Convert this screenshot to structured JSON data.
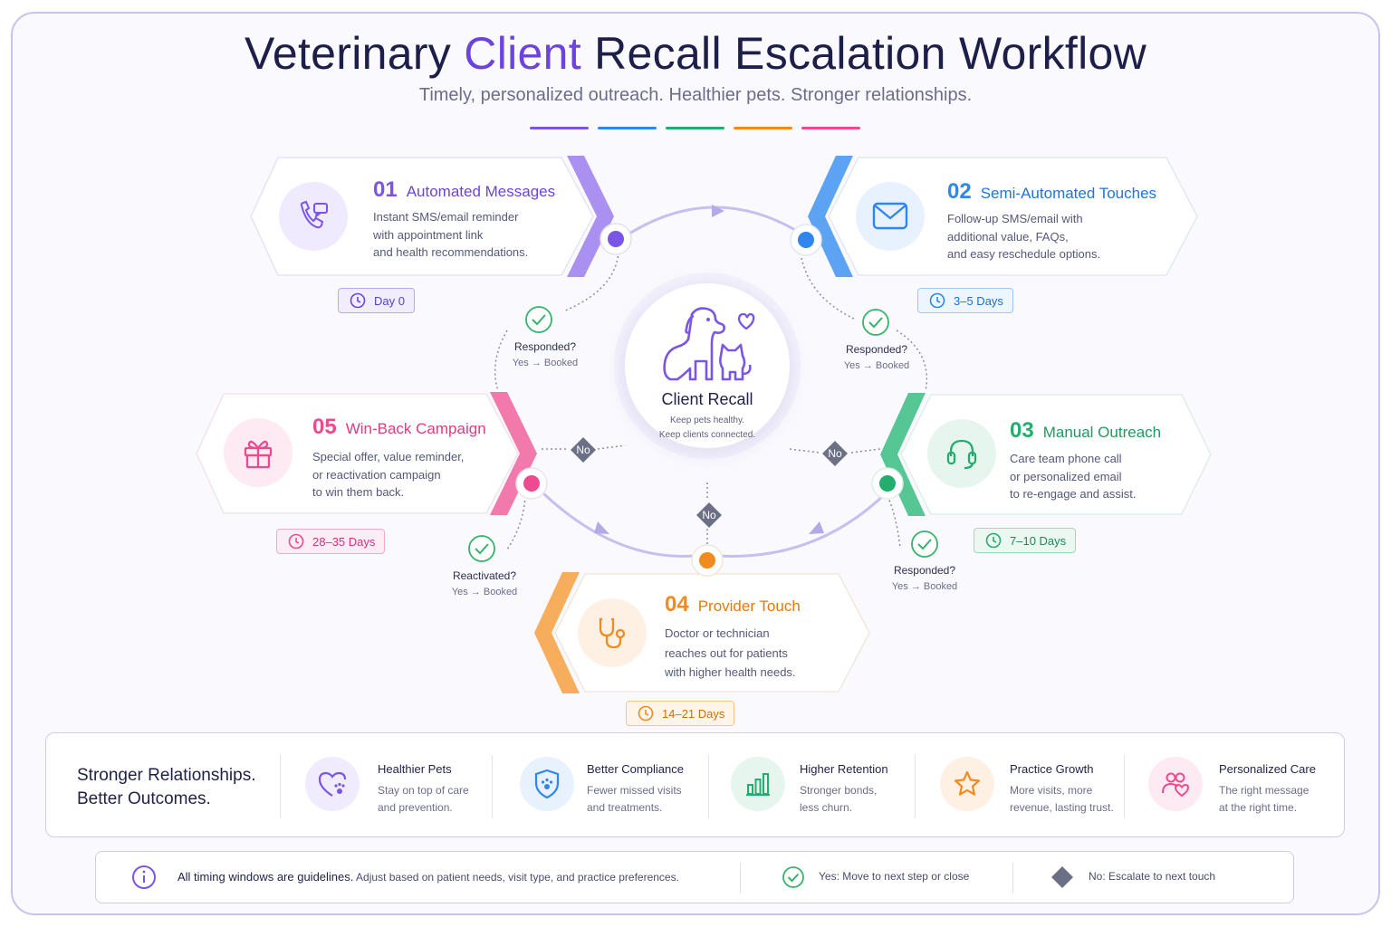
{
  "header": {
    "title_part1": "Veterinary ",
    "title_accent": "Client",
    "title_part2": " Recall Escalation Workflow",
    "subtitle": "Timely, personalized outreach. Healthier pets. Stronger relationships."
  },
  "colors": {
    "purple": "#7b55e6",
    "blue": "#2f86ee",
    "green": "#23ad6f",
    "orange": "#f28b1f",
    "pink": "#ee4a8f",
    "decision_check": "#37b36a",
    "no_diamond": "#6c7086"
  },
  "center": {
    "label": "Client Recall",
    "sub_line1": "Keep pets healthy.",
    "sub_line2": "Keep clients connected.",
    "icon": "dog-cat-heart-icon"
  },
  "steps": [
    {
      "num": "01",
      "name": "Automated Messages",
      "icon": "phone-chat-icon",
      "desc": [
        "Instant SMS/email reminder",
        "with appointment link",
        "and health recommendations."
      ],
      "badge": "Day 0"
    },
    {
      "num": "02",
      "name": "Semi-Automated Touches",
      "icon": "envelope-icon",
      "desc": [
        "Follow-up SMS/email with",
        "additional value, FAQs,",
        "and easy reschedule options."
      ],
      "badge": "3–5 Days"
    },
    {
      "num": "03",
      "name": "Manual Outreach",
      "icon": "headset-icon",
      "desc": [
        "Care team phone call",
        "or personalized email",
        "to re-engage and assist."
      ],
      "badge": "7–10 Days"
    },
    {
      "num": "04",
      "name": "Provider Touch",
      "icon": "stethoscope-icon",
      "desc": [
        "Doctor or technician",
        "reaches out for patients",
        "with higher health needs."
      ],
      "badge": "14–21 Days"
    },
    {
      "num": "05",
      "name": "Win-Back Campaign",
      "icon": "gift-icon",
      "desc": [
        "Special offer, value reminder,",
        "or reactivation campaign",
        "to win them back."
      ],
      "badge": "28–35 Days"
    }
  ],
  "decisions": [
    {
      "question": "Responded?",
      "answer": "Yes → Booked"
    },
    {
      "question": "Responded?",
      "answer": "Yes → Booked"
    },
    {
      "question": "Responded?",
      "answer": "Yes → Booked"
    },
    {
      "question": "Reactivated?",
      "answer": "Yes → Booked"
    }
  ],
  "no_label": "No",
  "benefits": {
    "heading_line1": "Stronger Relationships.",
    "heading_line2": "Better Outcomes.",
    "items": [
      {
        "title": "Healthier Pets",
        "desc": [
          "Stay on top of care",
          "and prevention."
        ],
        "icon": "heart-paw-icon"
      },
      {
        "title": "Better Compliance",
        "desc": [
          "Fewer missed visits",
          "and treatments."
        ],
        "icon": "shield-paw-icon"
      },
      {
        "title": "Higher Retention",
        "desc": [
          "Stronger bonds,",
          "less churn."
        ],
        "icon": "bar-chart-icon"
      },
      {
        "title": "Practice Growth",
        "desc": [
          "More visits, more",
          "revenue, lasting trust."
        ],
        "icon": "star-icon"
      },
      {
        "title": "Personalized Care",
        "desc": [
          "The right message",
          "at the right time."
        ],
        "icon": "people-heart-icon"
      }
    ]
  },
  "footer": {
    "note_bold": "All timing windows are guidelines.",
    "note_rest": " Adjust based on patient needs, visit type, and practice preferences.",
    "yes_legend": "Yes: Move to next step or close",
    "no_legend": "No: Escalate to next touch"
  }
}
